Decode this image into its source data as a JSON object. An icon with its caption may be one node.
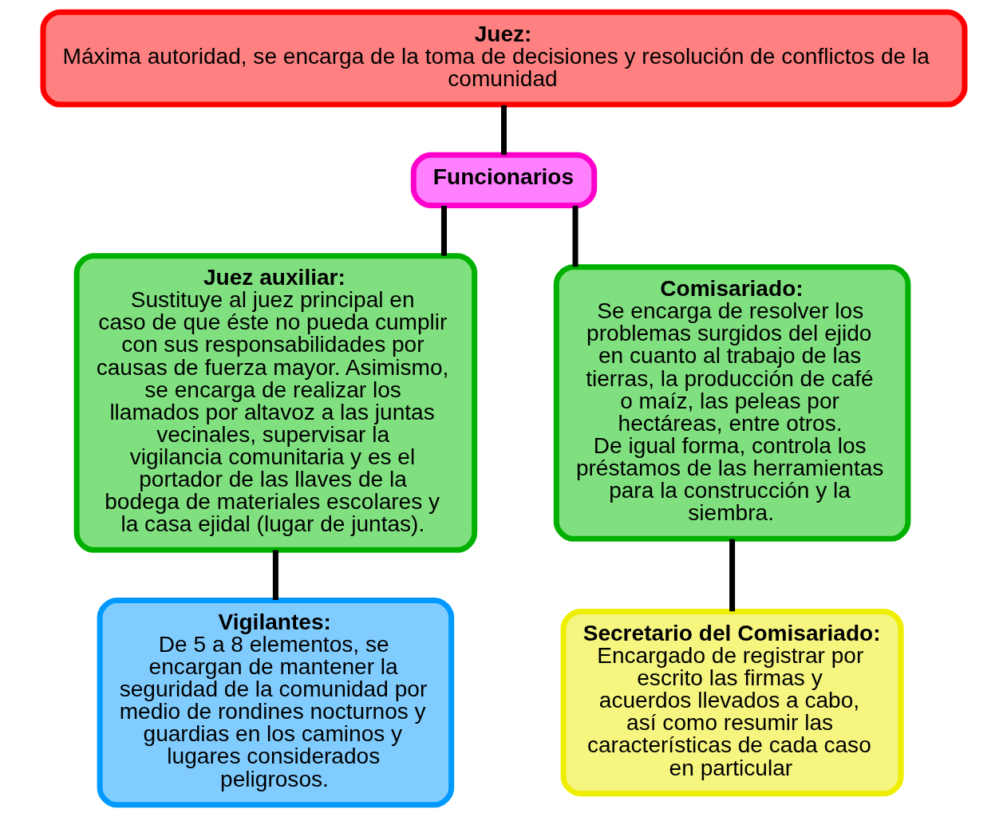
{
  "diagram": {
    "nodes": [
      {
        "text": [
          "Juez:",
          "Máxima autoridad, se encarga de la toma de decisiones y resolución de conflictos de la comunidad"
        ]
      },
      {
        "text": [
          "Funcionarios"
        ]
      },
      {
        "text": [
          "Juez auxiliar:",
          "Sustituye al juez principal en caso de que éste no pueda cumplir con sus responsabilidades por causas de fuerza mayor. Asimismo, se encarga de realizar los llamados por altavoz a las juntas vecinales, supervisar la vigilancia comunitaria y es el portador de las llaves de la bodega de materiales escolares y la casa ejidal (lugar de juntas)."
        ]
      },
      {
        "text": [
          "Comisariado:",
          "Se encarga de resolver los problemas surgidos del ejido en cuanto al trabajo de las tierras, la producción de café o maíz, las peleas por hectáreas, entre otros.",
          "De igual forma, controla los préstamos de las herramientas para la construcción y la siembra."
        ]
      },
      {
        "text": [
          "Vigilantes:",
          "De 5 a 8 elementos, se encargan de mantener la seguridad de la comunidad por medio de rondines nocturnos y guardias en los caminos y lugares considerados peligrosos."
        ]
      },
      {
        "text": [
          "Secretario del Comisariado:",
          "Encargado de registrar por escrito las firmas y acuerdos llevados a cabo, así como resumir las características de cada caso en particular"
        ]
      }
    ],
    "edges": [
      {
        "from": 0,
        "to": 1,
        "arrow": "none"
      },
      {
        "from": 1,
        "to": 2,
        "arrow": "none"
      },
      {
        "from": 1,
        "to": 3,
        "arrow": "none"
      },
      {
        "from": 2,
        "to": 4,
        "arrow": "none"
      },
      {
        "from": 3,
        "to": 5,
        "arrow": "none"
      }
    ]
  }
}
